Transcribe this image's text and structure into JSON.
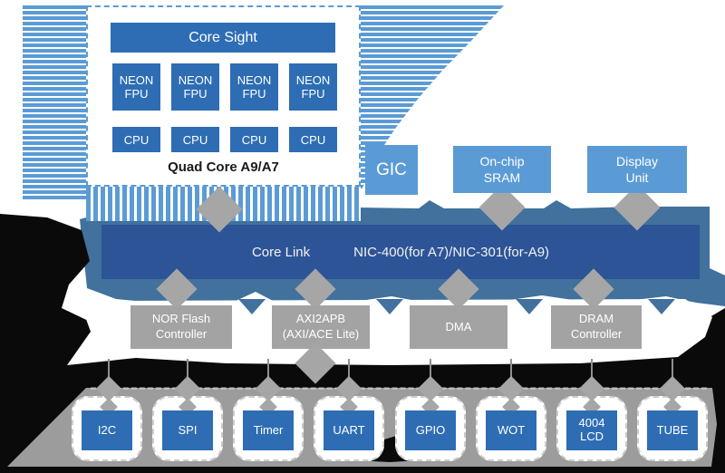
{
  "quad_core": {
    "caption": "Quad Core A9/A7",
    "core_sight_label": "Core Sight",
    "neon_blocks": [
      "NEON\nFPU",
      "NEON\nFPU",
      "NEON\nFPU",
      "NEON\nFPU"
    ],
    "cpu_blocks": [
      "CPU",
      "CPU",
      "CPU",
      "CPU"
    ]
  },
  "top_row": {
    "gic_label": "GIC",
    "sram_label": "On-chip\nSRAM",
    "display_label": "Display\nUnit"
  },
  "core_link_bus": {
    "label": "Core Link",
    "detail": "NIC-400(for A7)/NIC-301(for-A9)"
  },
  "controller_row": {
    "blocks": [
      "NOR Flash\nController",
      "AXI2APB\n(AXI/ACE Lite)",
      "DMA",
      "DRAM\nController"
    ]
  },
  "peripheral_row": {
    "blocks": [
      "I2C",
      "SPI",
      "Timer",
      "UART",
      "GPIO",
      "WOT",
      "4004\nLCD",
      "TUBE"
    ]
  },
  "colors": {
    "block_blue": "#2e6db4",
    "light_blue": "#5b9bd5",
    "band_blue": "#41719c",
    "bus_bar_blue": "#2d5496",
    "connector_gray": "#a6a6a6",
    "controller_gray": "#a3a3a3",
    "band_gray": "#9c9c9c",
    "ink_black": "#0a0a0a"
  }
}
